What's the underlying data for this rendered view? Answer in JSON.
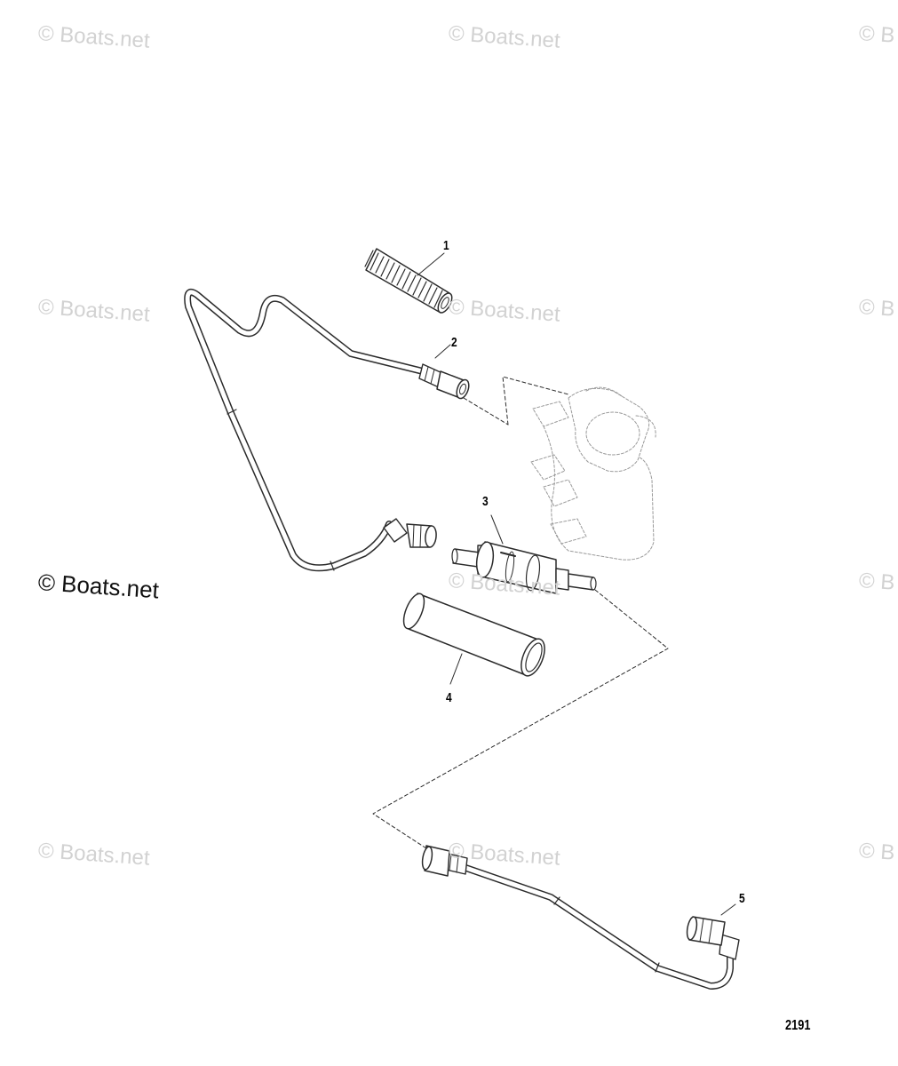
{
  "watermark": "© Boats.net",
  "watermark_partial": "© B",
  "callouts": [
    "1",
    "2",
    "3",
    "4",
    "5"
  ],
  "diagram_id": "2191",
  "line_color": "#2b2b2b",
  "watermark_color": "#d2d2d2"
}
